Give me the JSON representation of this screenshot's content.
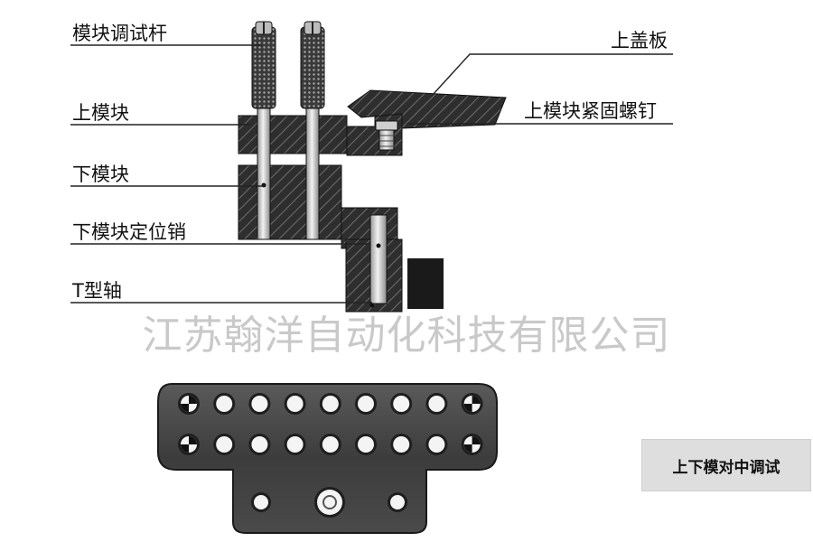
{
  "labels": {
    "debug_rod": "模块调试杆",
    "upper_module": "上模块",
    "lower_module": "下模块",
    "lower_module_pin": "下模块定位销",
    "t_shaft": "T型轴",
    "upper_cover": "上盖板",
    "upper_module_screw": "上模块紧固螺钉"
  },
  "watermark": "江苏翰洋自动化科技有限公司",
  "caption": "上下模对中调试",
  "plate": {
    "top_row_holes": 9,
    "bottom_row_holes": 9,
    "tab_holes": 3
  },
  "colors": {
    "steel_dark": "#2a2a2a",
    "hatch": "#555555",
    "pin": "#d9d9d9",
    "caption_bg": "#dedede"
  }
}
